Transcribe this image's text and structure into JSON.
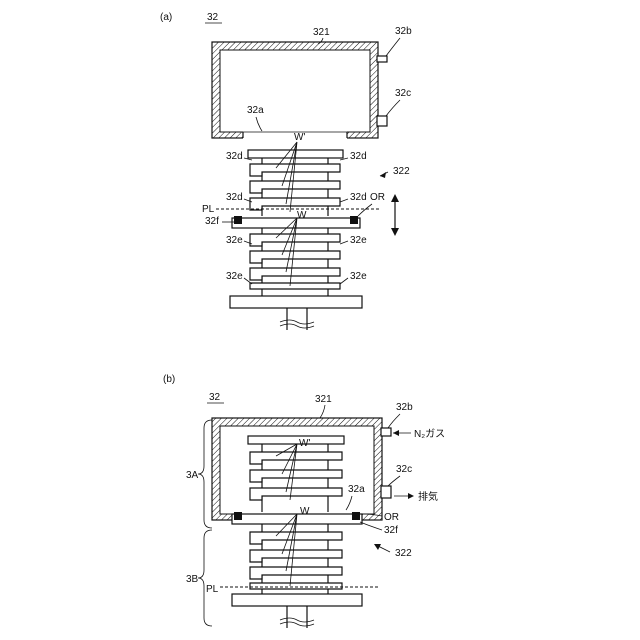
{
  "panel_a": {
    "tag": "(a)",
    "ref_32": "32",
    "ref_321": "321",
    "ref_32b": "32b",
    "ref_32c": "32c",
    "ref_32a": "32a",
    "ref_322": "322",
    "ref_32d": "32d",
    "ref_32e": "32e",
    "ref_32f": "32f",
    "wafer_top": "W'",
    "wafer_bottom": "W",
    "pl": "PL",
    "or": "OR"
  },
  "panel_b": {
    "tag": "(b)",
    "ref_32": "32",
    "ref_321": "321",
    "ref_32b": "32b",
    "ref_32c": "32c",
    "ref_32a": "32a",
    "ref_32f": "32f",
    "ref_322": "322",
    "wafer_top": "W'",
    "wafer_bottom": "W",
    "region_3a": "3A",
    "region_3b": "3B",
    "pl": "PL",
    "or": "OR",
    "gas_in": "N₂ガス",
    "exhaust": "排気"
  }
}
